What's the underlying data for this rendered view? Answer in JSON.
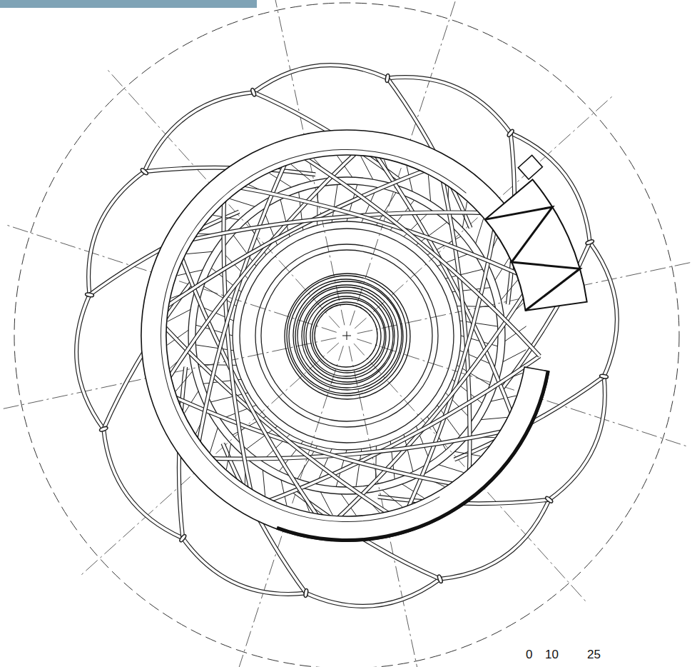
{
  "diagram": {
    "labels": [
      "0",
      "10",
      "25"
    ]
  }
}
